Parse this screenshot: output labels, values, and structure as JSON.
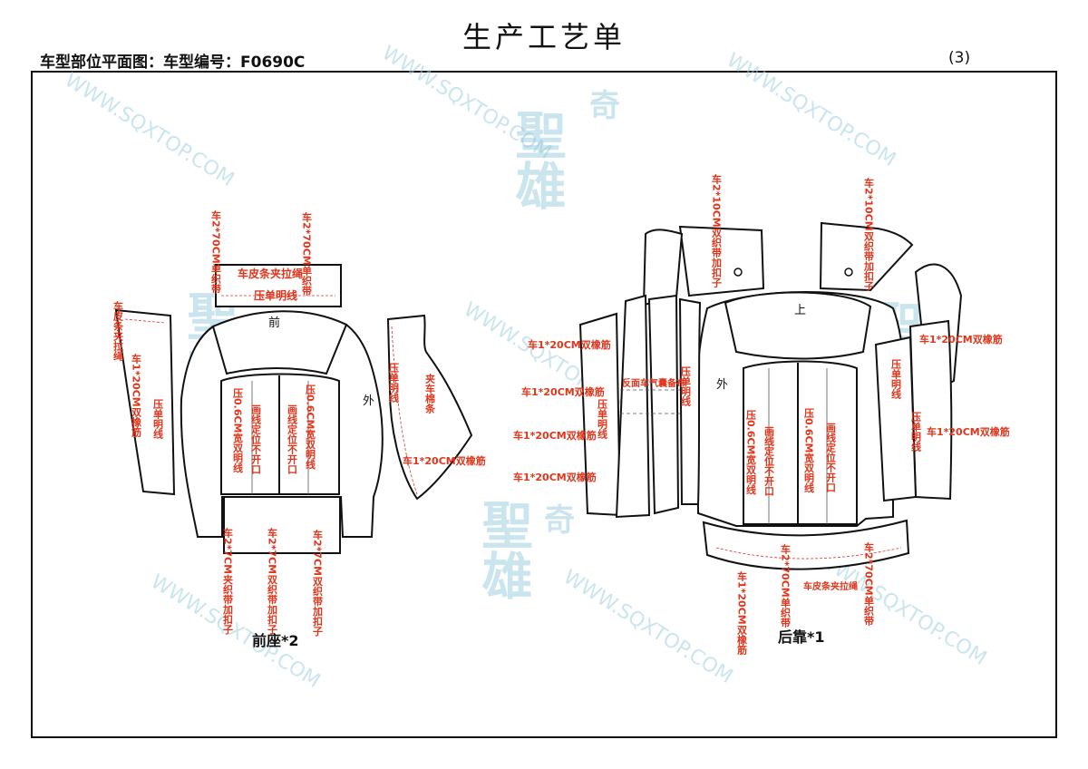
{
  "header": {
    "title": "生产工艺单",
    "subtitle": "车型部位平面图：车型编号：F0690C",
    "page_number": "(3)"
  },
  "watermark": {
    "url": "WWW.SQXTOP.COM",
    "brand": "聖雄",
    "brand_small": "奇"
  },
  "colors": {
    "annotation": "#e2351b",
    "outline": "#111111",
    "watermark": "#9fd0df"
  },
  "front_seat": {
    "caption": "前座*2",
    "label_front": "前",
    "label_outer": "外",
    "notes": {
      "top_left": "车2*70CM单织带",
      "top_right": "车2*70CM单织带",
      "bolster": "车皮条夹拉绳",
      "bolster_press": "压单明线",
      "left_strip_a": "车皮条夹拉绳",
      "left_strip_b": "车1*20CM双橡筋",
      "left_strip_c": "压单明线",
      "center_left_a": "压0.6CM宽双明线",
      "center_left_b": "画线定位不开口",
      "center_right_a": "画线定位不开口",
      "center_right_b": "压0.6CM宽双明线",
      "right_a": "压单明线",
      "right_b": "夹车棉条",
      "right_c": "车1*20CM双橡筋",
      "bottom_a": "车2*7CM夹织带加扣子",
      "bottom_b": "车2*7CM双织带加扣子",
      "bottom_c": "车2*7CM双织带加扣子"
    }
  },
  "rear_back": {
    "caption": "后靠*1",
    "label_top": "上",
    "label_outer": "外",
    "notes": {
      "top_left": "车2*10CM双织带加扣子",
      "top_right": "车2*10CM双织带加扣子",
      "left_1": "车1*20CM双橡筋",
      "left_2": "车1*20CM双橡筋",
      "left_3": "车1*20CM双橡筋",
      "left_4": "车1*20CM双橡筋",
      "strip_press": "压单明线",
      "airbag": "反面车气囊备布",
      "press_left": "压单明线",
      "center_left_a": "压0.6CM宽双明线",
      "center_left_b": "画线定位不开口",
      "center_right_a": "压0.6CM宽双明线",
      "center_right_b": "画线定位不开口",
      "right_press_a": "压单明线",
      "right_press_b": "压单明线",
      "right_1": "车1*20CM双橡筋",
      "right_2": "车1*20CM双橡筋",
      "bottom_a": "车2*70CM单织带",
      "bottom_b": "车2*70CM单织带",
      "bottom_c": "车1*20CM双橡筋",
      "bottom_d": "车皮条夹拉绳"
    }
  }
}
